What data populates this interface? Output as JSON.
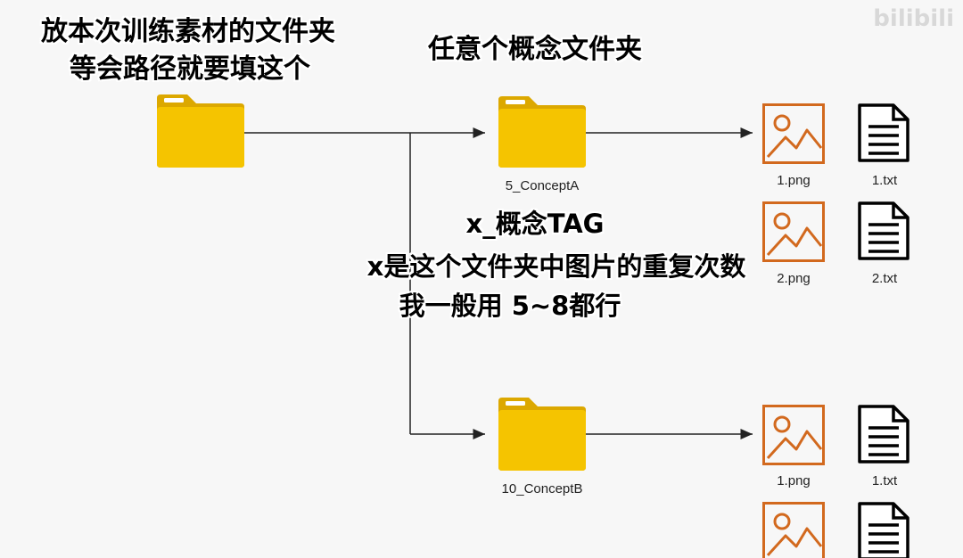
{
  "captions": {
    "root_line1": "放本次训练素材的文件夹",
    "root_line2": "等会路径就要填这个",
    "any_concept_folder": "任意个概念文件夹",
    "mid_line1": "x_概念TAG",
    "mid_line2": "x是这个文件夹中图片的重复次数",
    "mid_line3": "我一般用 5~8都行"
  },
  "folders": [
    {
      "label": "5_ConceptA"
    },
    {
      "label": "10_ConceptB"
    }
  ],
  "files_a": [
    {
      "image": "1.png",
      "text": "1.txt"
    },
    {
      "image": "2.png",
      "text": "2.txt"
    }
  ],
  "files_b": [
    {
      "image": "1.png",
      "text": "1.txt"
    }
  ],
  "watermark": "bilibili",
  "colors": {
    "folder_body": "#f2c200",
    "folder_tab": "#dca800",
    "image_icon": "#d2691e",
    "line": "#222222"
  }
}
